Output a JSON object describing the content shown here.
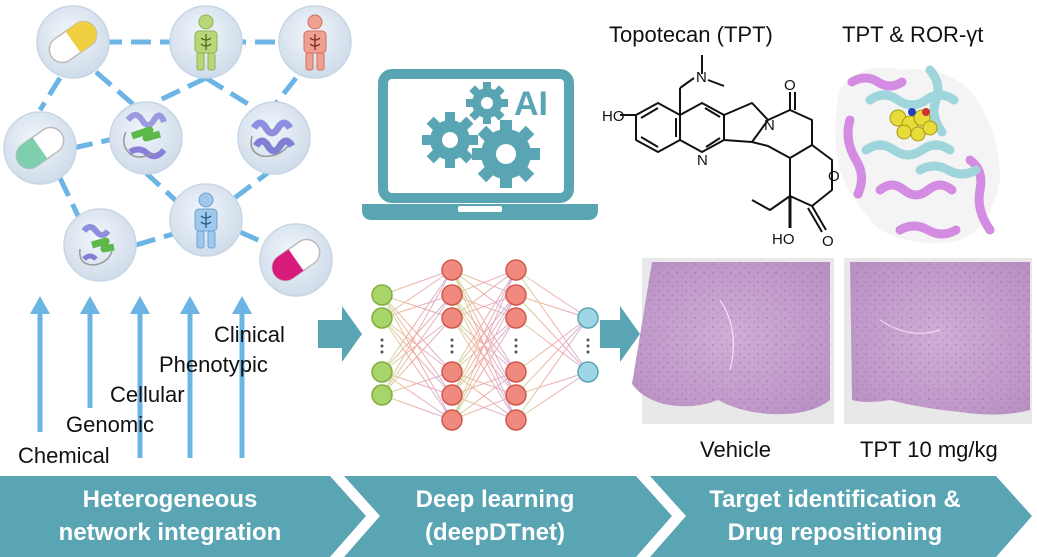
{
  "network": {
    "data_types": [
      "Chemical",
      "Genomic",
      "Cellular",
      "Phenotypic",
      "Clinical"
    ]
  },
  "laptop": {
    "ai_label": "AI"
  },
  "molecule": {
    "title": "Topotecan (TPT)",
    "atoms": {
      "ho": "HO",
      "n1": "N",
      "n2": "N",
      "n3": "N",
      "o1": "O",
      "o2": "O",
      "ho2": "HO",
      "o3": "O"
    }
  },
  "protein": {
    "title": "TPT & ROR-γt"
  },
  "histology": {
    "left_caption": "Vehicle",
    "right_caption": "TPT 10 mg/kg"
  },
  "stages": [
    {
      "line1": "Heterogeneous",
      "line2": "network integration"
    },
    {
      "line1": "Deep learning",
      "line2": "(deepDTnet)"
    },
    {
      "line1": "Target identification &",
      "line2": "Drug repositioning"
    }
  ],
  "colors": {
    "teal": "#5aa5b4",
    "network_edge": "#6cb4e4",
    "node_fill": "#dde8f3",
    "pill_yellow": "#f0d040",
    "pill_green": "#7fcfae",
    "pill_magenta": "#d81b7a",
    "tissue": "#c9a6cf"
  }
}
